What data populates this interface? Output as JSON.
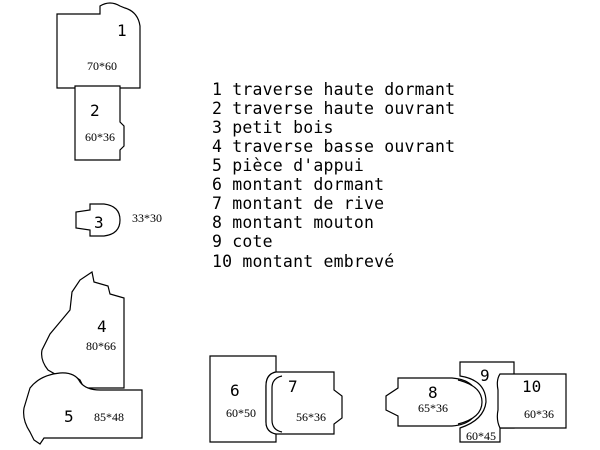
{
  "pieces": [
    {
      "id": "piece-1",
      "number": "1",
      "dims": "70*60"
    },
    {
      "id": "piece-2",
      "number": "2",
      "dims": "60*36"
    },
    {
      "id": "piece-3",
      "number": "3",
      "dims": "33*30"
    },
    {
      "id": "piece-4",
      "number": "4",
      "dims": "80*66"
    },
    {
      "id": "piece-5",
      "number": "5",
      "dims": "85*48"
    },
    {
      "id": "piece-6",
      "number": "6",
      "dims": "60*50"
    },
    {
      "id": "piece-7",
      "number": "7",
      "dims": "56*36"
    },
    {
      "id": "piece-8",
      "number": "8",
      "dims": "65*36"
    },
    {
      "id": "piece-9",
      "number": "9",
      "dims": "60*45"
    },
    {
      "id": "piece-10",
      "number": "10",
      "dims": "60*36"
    }
  ],
  "legend": [
    "1 traverse haute dormant",
    "2 traverse haute ouvrant",
    "3 petit bois",
    "4 traverse basse ouvrant",
    "5 pièce d'appui",
    "6 montant dormant",
    "7 montant de rive",
    "8 montant mouton",
    "9 cote",
    "10 montant embrevé"
  ]
}
